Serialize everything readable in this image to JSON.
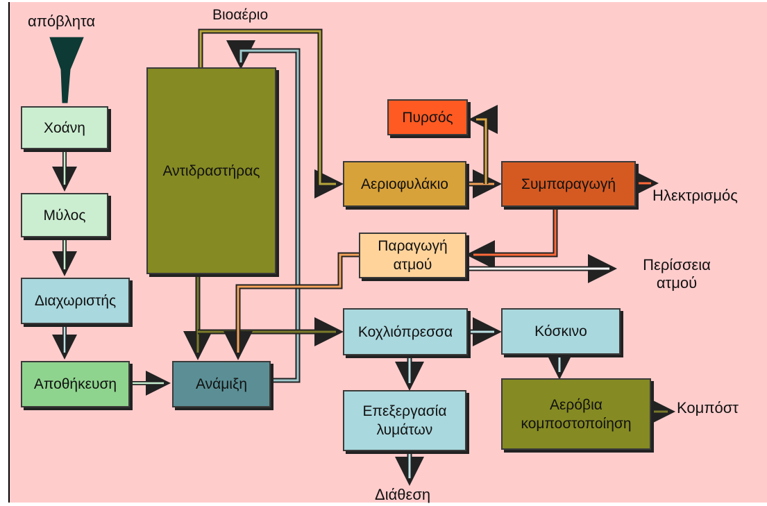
{
  "boxes": {
    "hopper": "Χοάνη",
    "mill": "Μύλος",
    "separator": "Διαχωριστής",
    "storage": "Αποθήκευση",
    "reactor": "Αντιδραστήρας",
    "mixing": "Ανάμιξη",
    "flare": "Πυρσός",
    "gas_holder": "Αεριοφυλάκιο",
    "cogeneration": "Συμπαραγωγή",
    "steam_production": "Παραγωγή\nατμού",
    "screw_press": "Κοχλιόπρεσσα",
    "sieve": "Κόσκινο",
    "wastewater_treatment": "Επεξεργασία\nλυμάτων",
    "aerobic_composting": "Αερόβια\nκομποστοποίηση"
  },
  "labels": {
    "waste": "απόβλητα",
    "biogas": "Βιοαέριο",
    "electricity": "Ηλεκτρισμός",
    "surplus_steam": "Περίσσεια\nατμού",
    "compost": "Κομπόστ",
    "disposal": "Διάθεση"
  },
  "colors": {
    "background": "#ffcccc",
    "reactor": "#858a23",
    "cogeneration": "#d55a22",
    "flare": "#ff5a22"
  }
}
